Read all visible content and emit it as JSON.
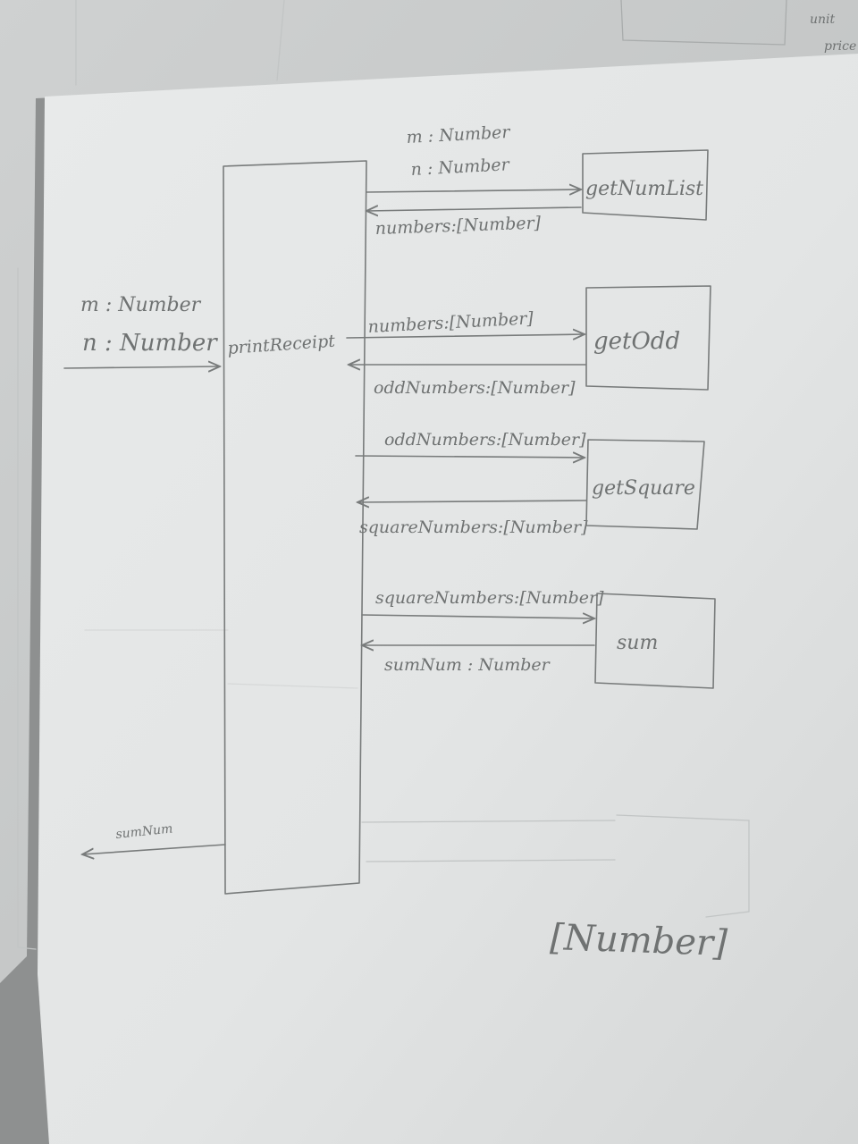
{
  "diagram": {
    "input_params": [
      "m : Number",
      "n : Number"
    ],
    "main_lifeline": {
      "label": "printReceipt"
    },
    "calls": [
      {
        "callee": "getNumList",
        "request": [
          "m : Number",
          "n : Number"
        ],
        "response": "numbers:[Number]"
      },
      {
        "callee": "getOdd",
        "request": [
          "numbers:[Number]"
        ],
        "response": "oddNumbers:[Number]"
      },
      {
        "callee": "getSquare",
        "request": [
          "oddNumbers:[Number]"
        ],
        "response": "squareNumbers:[Number]"
      },
      {
        "callee": "sum",
        "request": [
          "squareNumbers:[Number]"
        ],
        "response": "sumNum : Number"
      }
    ],
    "final_return": "sumNum",
    "erased_note": "[Number]",
    "corner_note": [
      "unit",
      "price"
    ]
  }
}
